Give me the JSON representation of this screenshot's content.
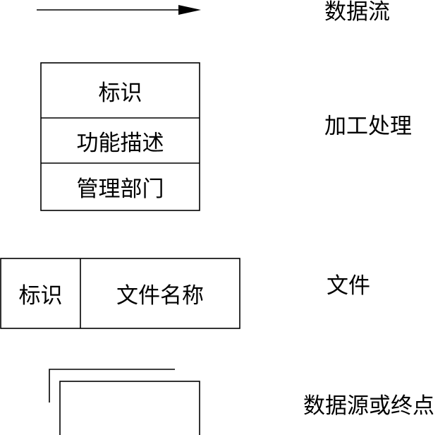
{
  "legend": {
    "data_flow": {
      "label": "数据流"
    },
    "process": {
      "label": "加工处理",
      "rows": [
        "标识",
        "功能描述",
        "管理部门"
      ]
    },
    "file": {
      "label": "文件",
      "id_cell": "标识",
      "name_cell": "文件名称"
    },
    "source_sink": {
      "label": "数据源或终点"
    }
  },
  "colors": {
    "line": "#000000",
    "background": "#ffffff"
  }
}
